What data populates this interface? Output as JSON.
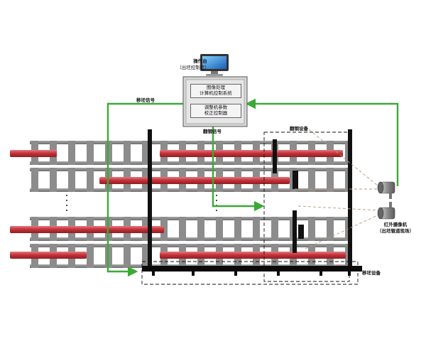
{
  "operator_station": {
    "title": "操作台",
    "subtitle": "（出坯控制室）"
  },
  "control_box": {
    "upper_line1": "图像处理",
    "upper_line2": "计算机控制系统",
    "lower_line1": "调整机参数",
    "lower_line2": "校正控制器"
  },
  "labels": {
    "transfer_signal": "移坯信号",
    "flip_signal": "翻钢信号",
    "flip_equipment": "翻钢设备",
    "transfer_equipment": "移坯设备",
    "camera_line1": "红外摄像机",
    "camera_line2": "（出坯辊道现场）"
  },
  "colors": {
    "signal_line": "#3aaa35",
    "billet": "#c8323a",
    "roller": "#8c8c8c",
    "frame": "#000000"
  }
}
